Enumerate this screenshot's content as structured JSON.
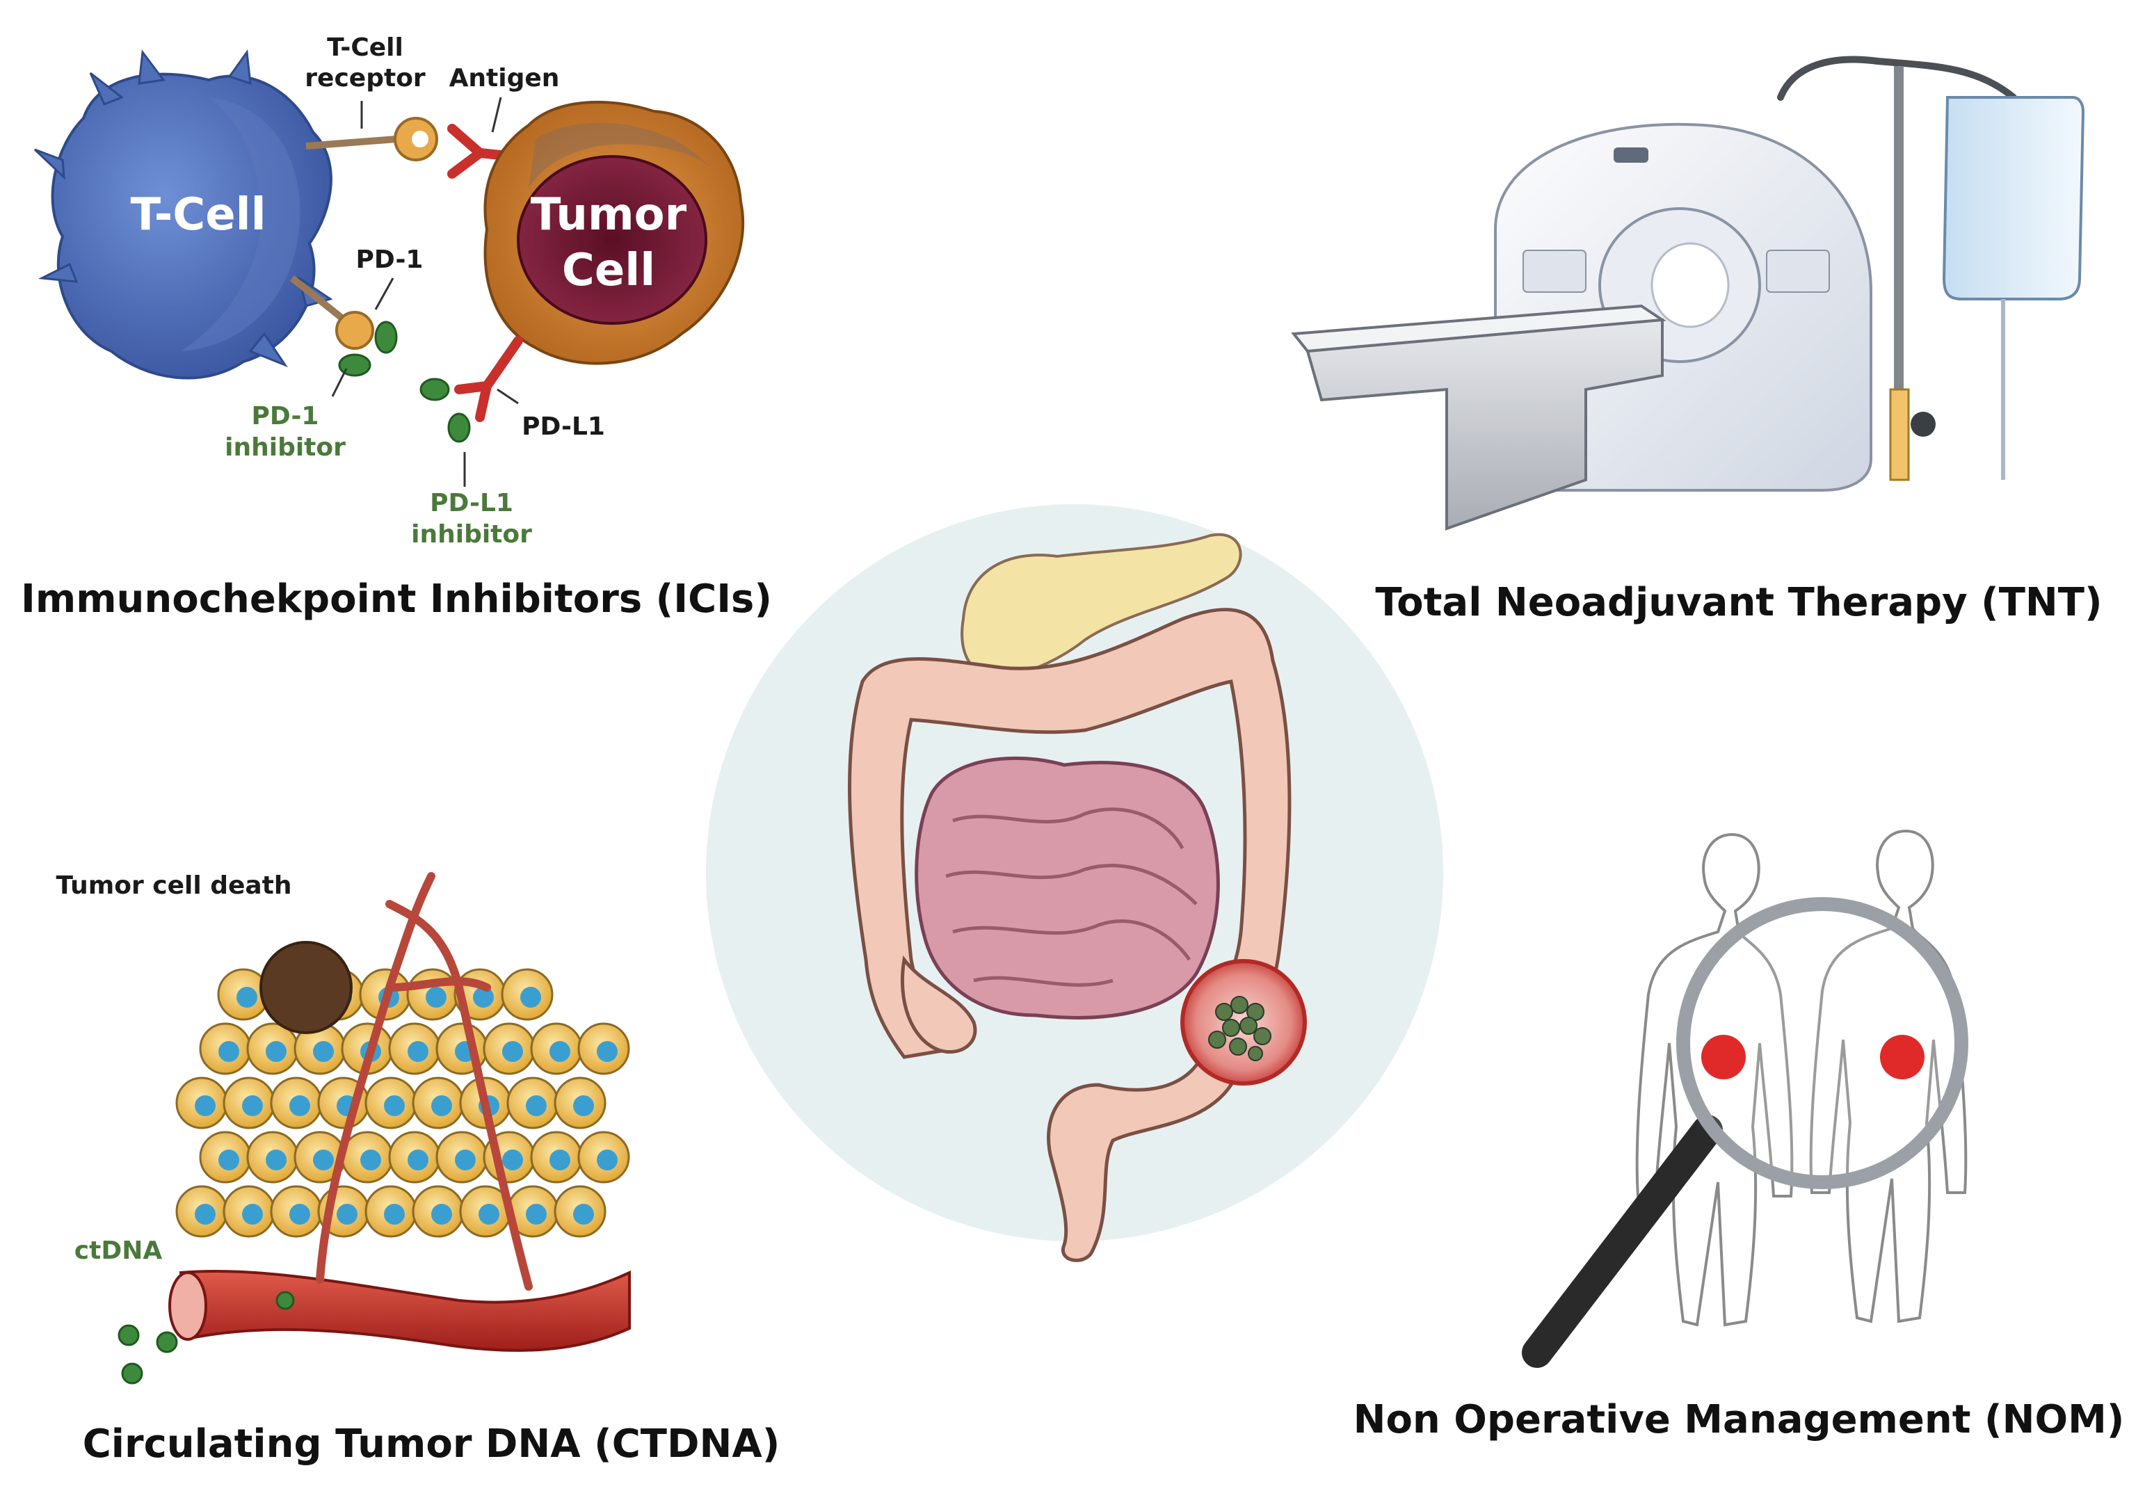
{
  "panels": {
    "ici": {
      "title": "Immunochekpoint Inhibitors (ICIs)",
      "labels": {
        "t_cell": "T-Cell",
        "tumor": "Tumor",
        "cell": "Cell",
        "tcr_line1": "T-Cell",
        "tcr_line2": "receptor",
        "antigen": "Antigen",
        "pd1": "PD-1",
        "pd1_inh_line1": "PD-1",
        "pd1_inh_line2": "inhibitor",
        "pdl1": "PD-L1",
        "pdl1_inh_line1": "PD-L1",
        "pdl1_inh_line2": "inhibitor"
      }
    },
    "tnt": {
      "title": "Total Neoadjuvant Therapy (TNT)"
    },
    "ctdna": {
      "title": "Circulating Tumor DNA (CTDNA)",
      "labels": {
        "death": "Tumor cell death",
        "ctdna": "ctDNA"
      }
    },
    "nom": {
      "title": "Non Operative Management (NOM)"
    }
  },
  "colors": {
    "t_cell": "#4f6fb8",
    "tumor_outer": "#c97a2c",
    "tumor_nucleus": "#7a1f3a",
    "receptor_red": "#c9302c",
    "inhibitor_green": "#3d8a3d",
    "colon": "#f2c9b8",
    "small_intestine": "#d89aa8",
    "pancreas": "#f3e3a5",
    "lesion": "#c83a3a",
    "cell_yellow": "#f2c24a",
    "cell_nucleus": "#3a9fd0",
    "vessel": "#c8352e",
    "nom_spot": "#e02a2a"
  }
}
